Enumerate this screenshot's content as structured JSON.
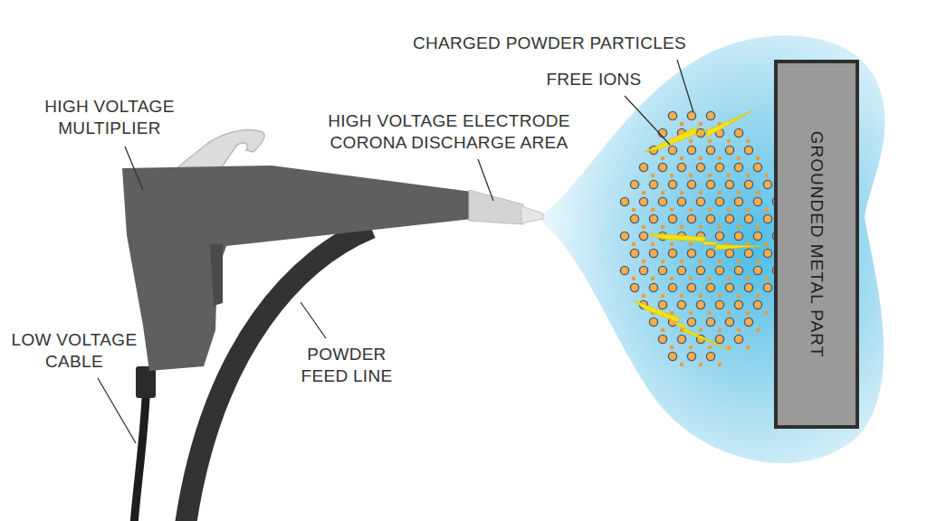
{
  "diagram": {
    "nodes": [
      {
        "text": [
          "GROUNDED METAL PART"
        ]
      }
    ],
    "labels": [
      "CHARGED POWDER PARTICLES",
      "FREE IONS",
      "HIGH VOLTAGE MULTIPLIER",
      "HIGH VOLTAGE ELECTRODE CORONA DISCHARGE AREA",
      "LOW VOLTAGE CABLE",
      "POWDER FEED LINE"
    ]
  }
}
